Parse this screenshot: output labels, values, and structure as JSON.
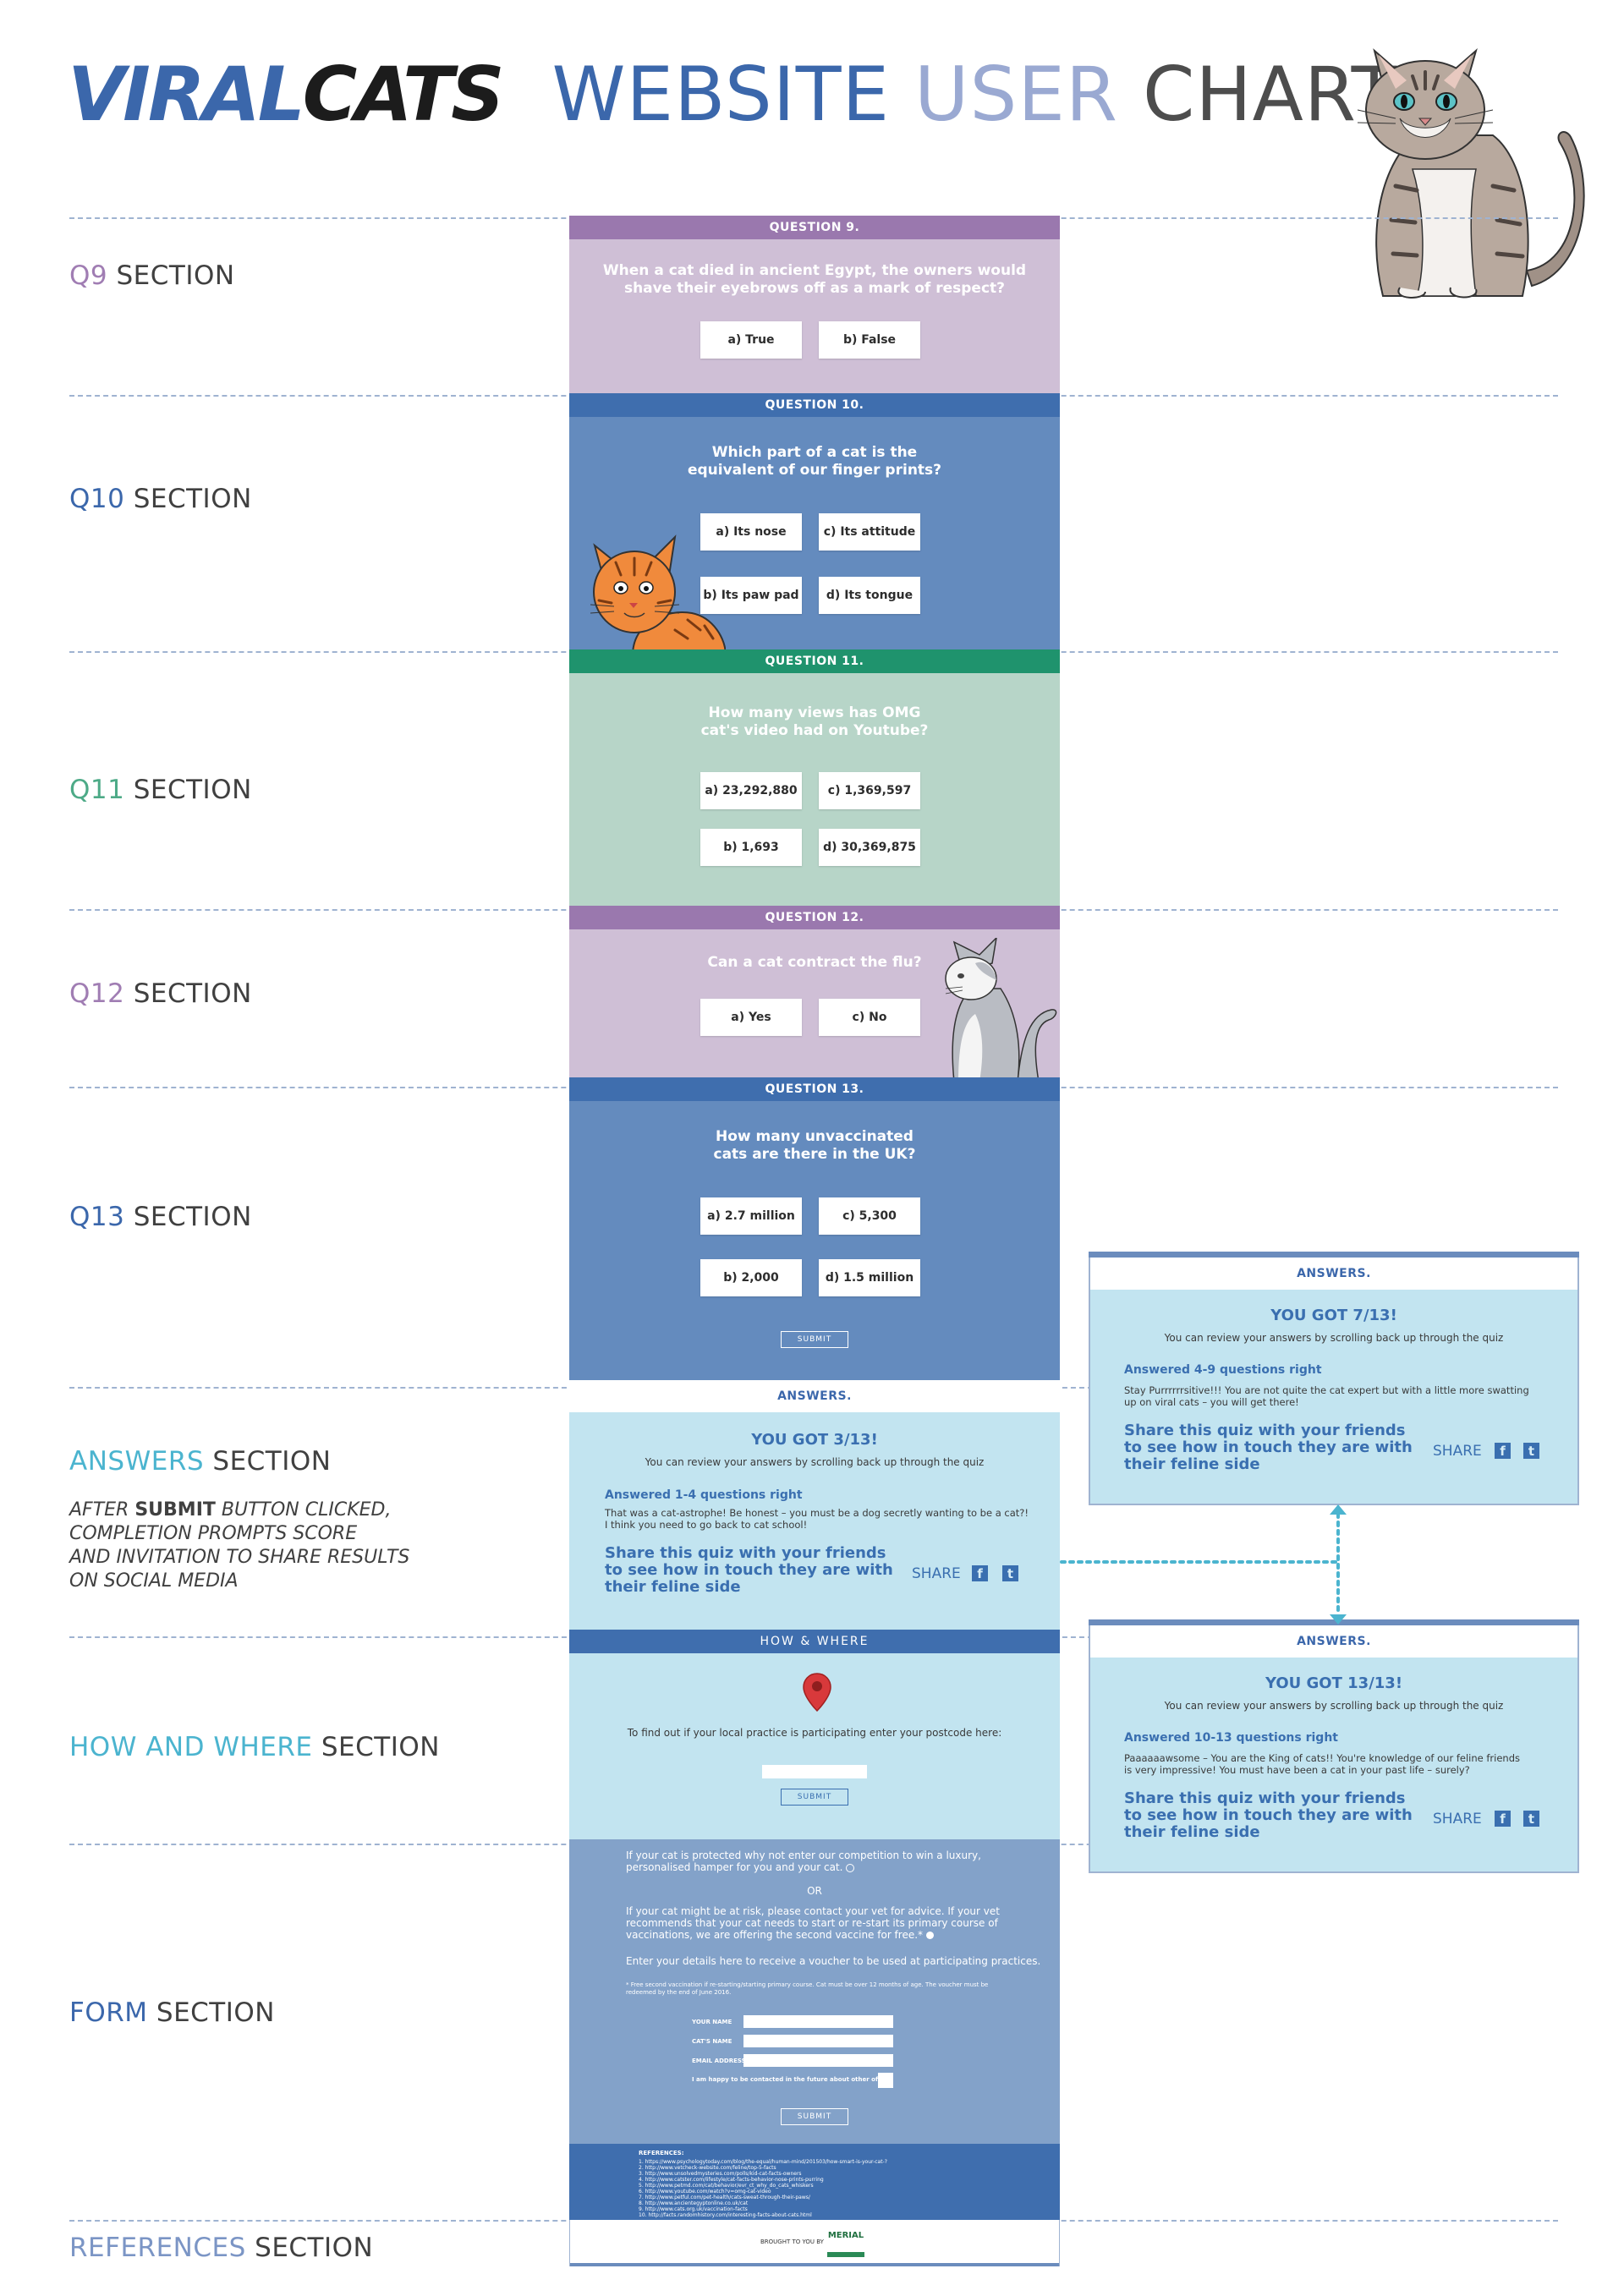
{
  "title": {
    "part1": "VIRAL",
    "part2": "CATS",
    "part3": "WEBSITE",
    "part4": "USER",
    "part5": "CHART"
  },
  "labels": {
    "q9": {
      "key": "Q9",
      "rest": " SECTION",
      "color": "#a07db3"
    },
    "q10": {
      "key": "Q10",
      "rest": " SECTION",
      "color": "#3b67ab"
    },
    "q11": {
      "key": "Q11",
      "rest": " SECTION",
      "color": "#4daa87"
    },
    "q12": {
      "key": "Q12",
      "rest": " SECTION",
      "color": "#a07db3"
    },
    "q13": {
      "key": "Q13",
      "rest": " SECTION",
      "color": "#3b67ab"
    },
    "answers": {
      "key": "ANSWERS",
      "rest": " SECTION",
      "color": "#4bb4cf"
    },
    "howwhere": {
      "key": "HOW AND WHERE",
      "rest": " SECTION",
      "color": "#4bb4cf"
    },
    "form": {
      "key": "FORM",
      "rest": " SECTION",
      "color": "#3b67ab"
    },
    "references": {
      "key": "REFERENCES",
      "rest": " SECTION",
      "color": "#7b95c5"
    }
  },
  "answers_note": {
    "l1a": "AFTER ",
    "l1b": "SUBMIT",
    "l1c": " BUTTON CLICKED,",
    "l2": "COMPLETION PROMPTS SCORE",
    "l3": "AND INVITATION TO SHARE RESULTS",
    "l4": "ON SOCIAL MEDIA"
  },
  "q9": {
    "header": "QUESTION 9.",
    "q1": "When a cat died in ancient Egypt, the owners would",
    "q2": "shave their eyebrows off as a mark of respect?",
    "a": "a) True",
    "b": "b) False"
  },
  "q10": {
    "header": "QUESTION 10.",
    "q1": "Which part of a cat is the",
    "q2": "equivalent of our finger prints?",
    "a": "a) Its nose",
    "c": "c) Its attitude",
    "b": "b) Its paw pad",
    "d": "d) Its tongue"
  },
  "q11": {
    "header": "QUESTION 11.",
    "q1": "How many views has OMG",
    "q2": "cat's video had on Youtube?",
    "a": "a) 23,292,880",
    "c": "c) 1,369,597",
    "b": "b) 1,693",
    "d": "d) 30,369,875"
  },
  "q12": {
    "header": "QUESTION 12.",
    "q1": "Can a cat contract the flu?",
    "a": "a) Yes",
    "c": "c) No"
  },
  "q13": {
    "header": "QUESTION 13.",
    "q1": "How many unvaccinated",
    "q2": "cats are there in the UK?",
    "a": "a) 2.7 million",
    "c": "c) 5,300",
    "b": "b) 2,000",
    "d": "d) 1.5 million",
    "submit": "SUBMIT"
  },
  "answers_main": {
    "header": "ANSWERS.",
    "score": "YOU GOT 3/13!",
    "sub": "You can review your answers by scrolling back up through the quiz",
    "range": "Answered 1-4 questions right",
    "t1": "That was a cat-astrophe! Be honest – you must be a dog secretly wanting to be a cat?!",
    "t2": "I think you need to go back to cat school!",
    "s1": "Share this quiz with your friends",
    "s2": "to see how in touch they are with",
    "s3": "their feline side",
    "share": "SHARE"
  },
  "answers_mid": {
    "header": "ANSWERS.",
    "score": "YOU GOT 7/13!",
    "sub": "You can review your answers by scrolling back up through the quiz",
    "range": "Answered 4-9 questions right",
    "t1": "Stay Purrrrrrsitive!!! You are not quite the cat expert but with a little more swatting",
    "t2": "up on viral cats – you will get there!",
    "s1": "Share this quiz with your friends",
    "s2": "to see how in touch they are with",
    "s3": "their feline side",
    "share": "SHARE"
  },
  "answers_top": {
    "header": "ANSWERS.",
    "score": "YOU GOT 13/13!",
    "sub": "You can review your answers by scrolling back up through the quiz",
    "range": "Answered 10-13 questions right",
    "t1": "Paaaaaawsome – You are the King of cats!! You're knowledge of our feline friends",
    "t2": "is very impressive! You must have been a cat in your past life – surely?",
    "s1": "Share this quiz with your friends",
    "s2": "to see how in touch they are with",
    "s3": "their feline side",
    "share": "SHARE"
  },
  "howwhere": {
    "header": "HOW & WHERE",
    "text": "To find out if your local practice is participating enter your postcode here:",
    "submit": "SUBMIT"
  },
  "form": {
    "p1a": "If your cat is protected why not enter our competition to win a luxury,",
    "p1b": "personalised hamper for you and your cat.",
    "or": "OR",
    "p2a": "If your cat might be at risk, please contact your vet for advice. If your vet",
    "p2b": "recommends that your cat needs to start or re-start its primary course of",
    "p2c": "vaccinations, we are offering the second vaccine for free.*",
    "p3": "Enter your details here to receive a voucher to be used at participating practices.",
    "fn1": "* Free second vaccination if re-starting/starting primary course. Cat must be over 12 months of age. The voucher must be",
    "fn2": "redeemed by the end of June 2016.",
    "f_name": "YOUR NAME",
    "f_cat": "CAT'S NAME",
    "f_email": "EMAIL ADDRESS",
    "f_contact": "I am happy to be contacted in the future about other offers",
    "submit": "SUBMIT"
  },
  "references": {
    "heading": "REFERENCES:",
    "items": [
      "1.  https://www.psychologytoday.com/blog/the-equal/human-mind/201503/how-smart-is-your-cat-?",
      "2.  http://www.vetcheck-website.com/feline/top-5-facts",
      "3.  http://www.unsolvedmysteries.com/polls/kid-cat-facts-owners",
      "4.  http://www.catster.com/lifestyle/cat-facts-behavior-nose-prints-purring",
      "5.  http://www.petmd.com/cat/behavior/evr_ct_why_do_cats_whiskers",
      "6.  http://www.youtube.com/watch?v=omg-cat-video",
      "7.  http://www.petful.com/pet-health/cats-sweat-through-their-paws/",
      "8.  http://www.ancientegyptonline.co.uk/cat",
      "9.  http://www.cats.org.uk/vaccination-facts",
      "10. http://facts.randomhistory.com/interesting-facts-about-cats.html"
    ],
    "brought": "BROUGHT TO YOU BY",
    "logo": "MERIAL"
  }
}
